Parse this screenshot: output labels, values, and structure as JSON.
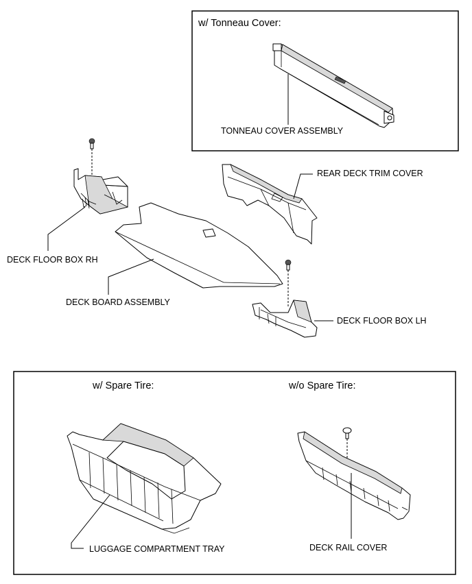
{
  "panels": {
    "tonneau_header": "w/ Tonneau Cover:",
    "spare_header": "w/ Spare Tire:",
    "no_spare_header": "w/o Spare Tire:"
  },
  "labels": {
    "tonneau_cover_assembly": "TONNEAU COVER ASSEMBLY",
    "rear_deck_trim_cover": "REAR DECK TRIM COVER",
    "deck_floor_box_rh": "DECK FLOOR BOX RH",
    "deck_board_assembly": "DECK BOARD ASSEMBLY",
    "deck_floor_box_lh": "DECK FLOOR BOX LH",
    "luggage_compartment_tray": "LUGGAGE COMPARTMENT TRAY",
    "deck_rail_cover": "DECK RAIL COVER"
  }
}
